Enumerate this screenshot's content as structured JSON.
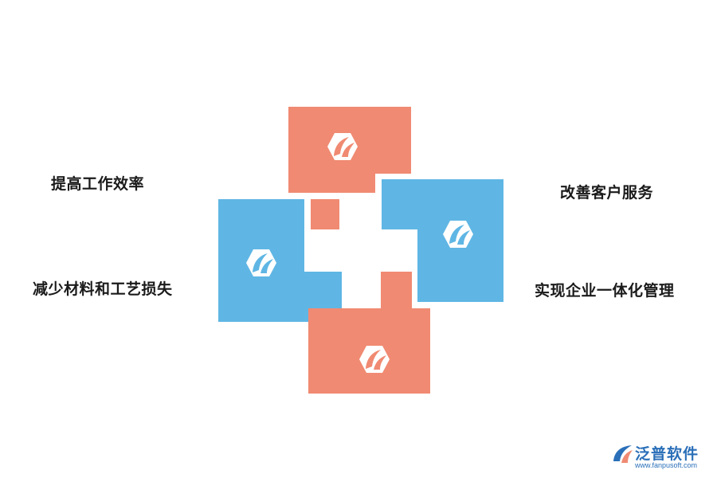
{
  "labels": {
    "top_left": "提高工作效率",
    "bottom_left": "减少材料和工艺损失",
    "top_right": "改善客户服务",
    "bottom_right": "实现企业一体化管理"
  },
  "colors": {
    "salmon": "#f08a72",
    "blue": "#5fb6e4",
    "icon": "#ffffff"
  },
  "icons": {
    "top": "leaf-hexagon-icon",
    "left": "leaf-hexagon-icon",
    "right": "leaf-hexagon-icon",
    "bottom": "leaf-hexagon-icon"
  },
  "watermark": {
    "name": "泛普软件",
    "url": "www.fanpusoft.com",
    "icon": "fanpu-logo-icon"
  }
}
